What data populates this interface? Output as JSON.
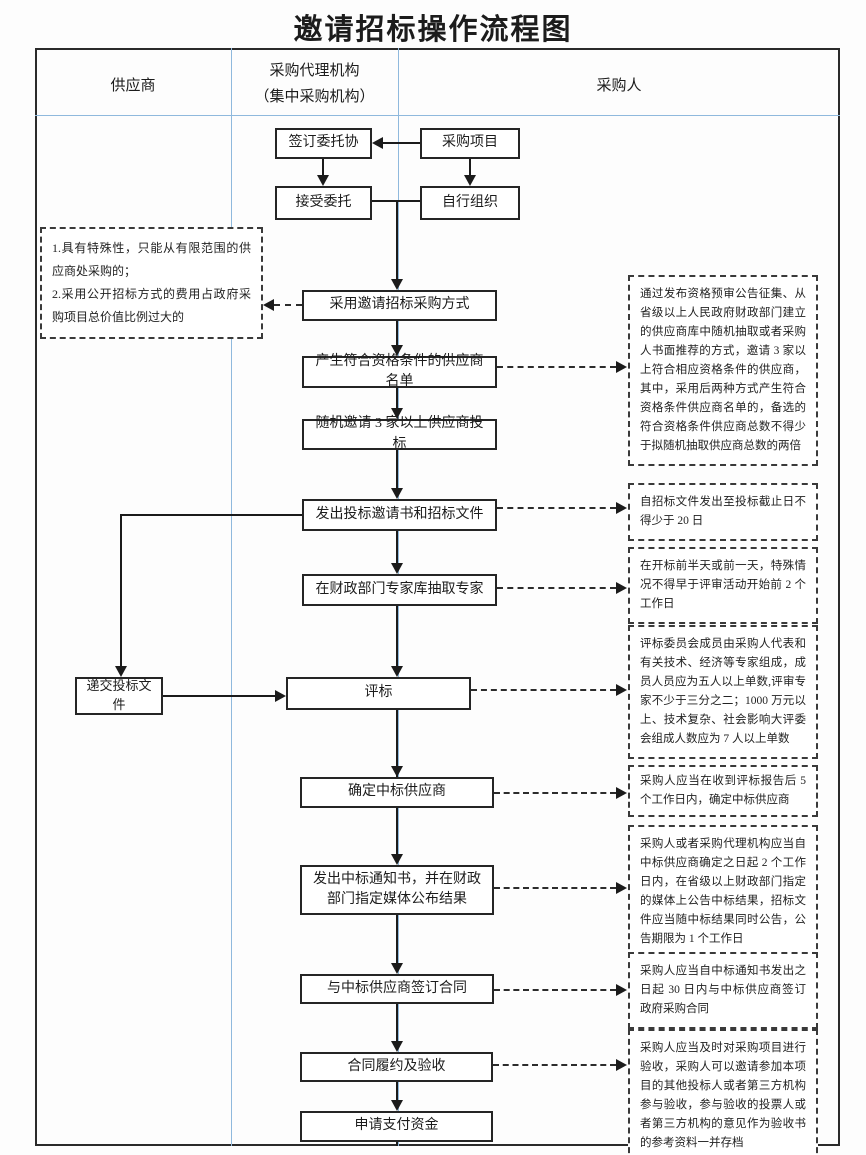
{
  "title": "邀请招标操作流程图",
  "columns": {
    "supplier": "供应商",
    "agency_line1": "采购代理机构",
    "agency_line2": "（集中采购机构）",
    "purchaser": "采购人"
  },
  "nodes": {
    "sign_agreement": "签订委托协",
    "procurement_project": "采购项目",
    "accept_entrustment": "接受委托",
    "self_organize": "自行组织",
    "adopt_method": "采用邀请招标采购方式",
    "generate_list": "产生符合资格条件的供应商名单",
    "random_invite": "随机邀请 3 家以上供应商投标",
    "issue_invitation": "发出投标邀请书和招标文件",
    "draw_experts": "在财政部门专家库抽取专家",
    "submit_bid": "递交投标文件",
    "evaluation": "评标",
    "determine_winner": "确定中标供应商",
    "issue_notice": "发出中标通知书，并在财政部门指定媒体公布结果",
    "sign_contract": "与中标供应商签订合同",
    "performance_acceptance": "合同履约及验收",
    "payment_request": "申请支付资金"
  },
  "notes": {
    "left_item1": "1.具有特殊性，只能从有限范围的供应商处采购的；",
    "left_item2": "2.采用公开招标方式的费用占政府采购项目总价值比例过大的",
    "qualification": "通过发布资格预审公告征集、从省级以上人民政府财政部门建立的供应商库中随机抽取或者采购人书面推荐的方式，邀请 3 家以上符合相应资格条件的供应商，其中，采用后两种方式产生符合资格条件供应商名单的，备选的符合资格条件供应商总数不得少于拟随机抽取供应商总数的两倍",
    "tender_period": "自招标文件发出至投标截止日不得少于 20 日",
    "expert_draw_time": "在开标前半天或前一天，特殊情况不得早于评审活动开始前 2 个工作日",
    "committee": "评标委员会成员由采购人代表和有关技术、经济等专家组成，成员人员应为五人以上单数,评审专家不少于三分之二；1000 万元以上、技术复杂、社会影响大评委会组成人数应为 7 人以上单数",
    "determine_time": "采购人应当在收到评标报告后 5 个工作日内，确定中标供应商",
    "announce": "采购人或者采购代理机构应当自中标供应商确定之日起 2 个工作日内，在省级以上财政部门指定的媒体上公告中标结果，招标文件应当随中标结果同时公告，公告期限为 1 个工作日",
    "contract_time": "采购人应当自中标通知书发出之日起 30 日内与中标供应商签订政府采购合同",
    "acceptance": "采购人应当及时对采购项目进行验收，采购人可以邀请参加本项目的其他投标人或者第三方机构参与验收，参与验收的投票人或者第三方机构的意见作为验收书的参考资料一并存档"
  },
  "colors": {
    "grid_blue": "#8fb9dd",
    "line_dark": "#1b1b1b",
    "note_border": "#3a3a3a",
    "background": "#fdfdfd"
  }
}
